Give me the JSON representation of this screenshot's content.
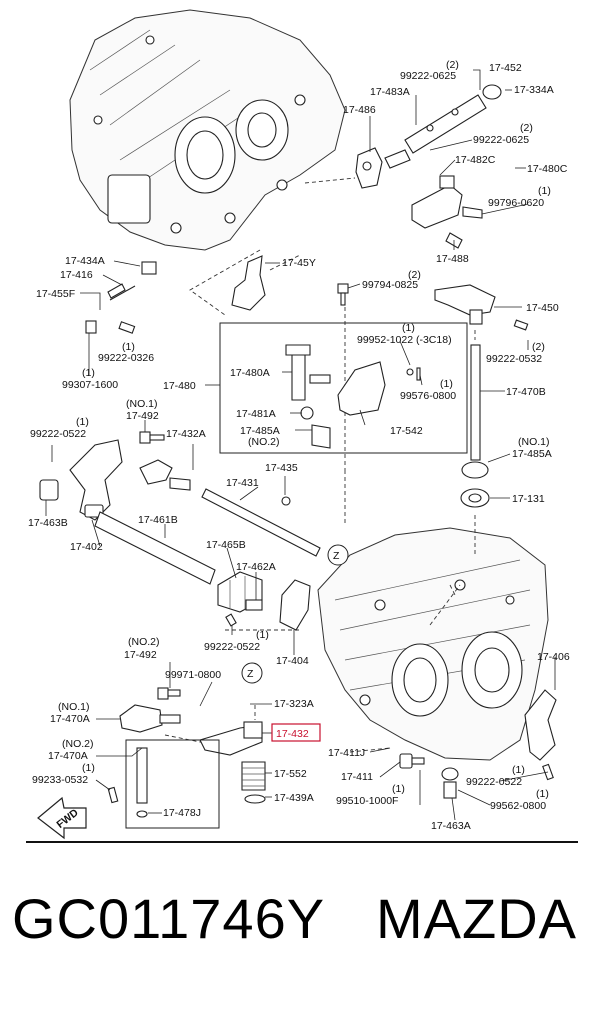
{
  "diagram": {
    "labels": {
      "p17452": "17-452",
      "p99222_0625_a_qty": "(2)",
      "p99222_0625_a": "99222-0625",
      "p17483A": "17-483A",
      "p17334A": "17-334A",
      "p17486": "17-486",
      "p99222_0625_b_qty": "(2)",
      "p99222_0625_b": "99222-0625",
      "p17482C": "17-482C",
      "p17480C": "17-480C",
      "p99796_qty": "(1)",
      "p99796_0620": "99796-0620",
      "p17488": "17-488",
      "p17434A": "17-434A",
      "p17416": "17-416",
      "p17455F": "17-455F",
      "p17_45Y": "17-45Y",
      "p99794_qty": "(2)",
      "p99794_0825": "99794-0825",
      "p17450": "17-450",
      "p99222_0326_qty": "(1)",
      "p99222_0326": "99222-0326",
      "p99222_0532_a_qty": "(2)",
      "p99222_0532_a": "99222-0532",
      "p99307_qty": "(1)",
      "p99307_1600": "99307-1600",
      "p99952_qty": "(1)",
      "p99952_1022": "99952-1022 (-3C18)",
      "p17480A": "17-480A",
      "p17480": "17-480",
      "p99576_qty": "(1)",
      "p99576_0800": "99576-0800",
      "p17470B": "17-470B",
      "p17481A": "17-481A",
      "p17485A_box": "17-485A",
      "p17485A_box_no": "(NO.2)",
      "p17542": "17-542",
      "p17492_a_no": "(NO.1)",
      "p17492_a": "17-492",
      "p99222_0522_a_qty": "(1)",
      "p99222_0522_a": "99222-0522",
      "p17432A": "17-432A",
      "p17485A_no": "(NO.1)",
      "p17485A": "17-485A",
      "p17435": "17-435",
      "p17431": "17-431",
      "p17131": "17-131",
      "p17463B": "17-463B",
      "p17402": "17-402",
      "p17461B": "17-461B",
      "p17465B": "17-465B",
      "z_top": "Z",
      "p17462A": "17-462A",
      "p99222_0522_b_qty": "(1)",
      "p99222_0522_b": "99222-0522",
      "p17404": "17-404",
      "p17492_b_no": "(NO.2)",
      "p17492_b": "17-492",
      "p99971_0800": "99971-0800",
      "z_bottom": "Z",
      "p17406": "17-406",
      "p17323A": "17-323A",
      "p17470A_a_no": "(NO.1)",
      "p17470A_a": "17-470A",
      "p17432": "17-432",
      "p17470A_b_no": "(NO.2)",
      "p17470A_b": "17-470A",
      "p17411J": "17-411J",
      "p99233_qty": "(1)",
      "p99233_0532": "99233-0532",
      "p17552": "17-552",
      "p17411": "17-411",
      "p99222_0522_c_qty": "(1)",
      "p99222_0522_c": "99222-0522",
      "p17439A": "17-439A",
      "p99510_qty": "(1)",
      "p99510_1000F": "99510-1000F",
      "p99562_qty": "(1)",
      "p99562_0800": "99562-0800",
      "p17478J": "17-478J",
      "fwd": "FWD",
      "p17463A": "17-463A"
    },
    "highlight_color": "#c8102e"
  },
  "caption": {
    "part_number": "GC011746Y",
    "brand": "MAZDA"
  }
}
